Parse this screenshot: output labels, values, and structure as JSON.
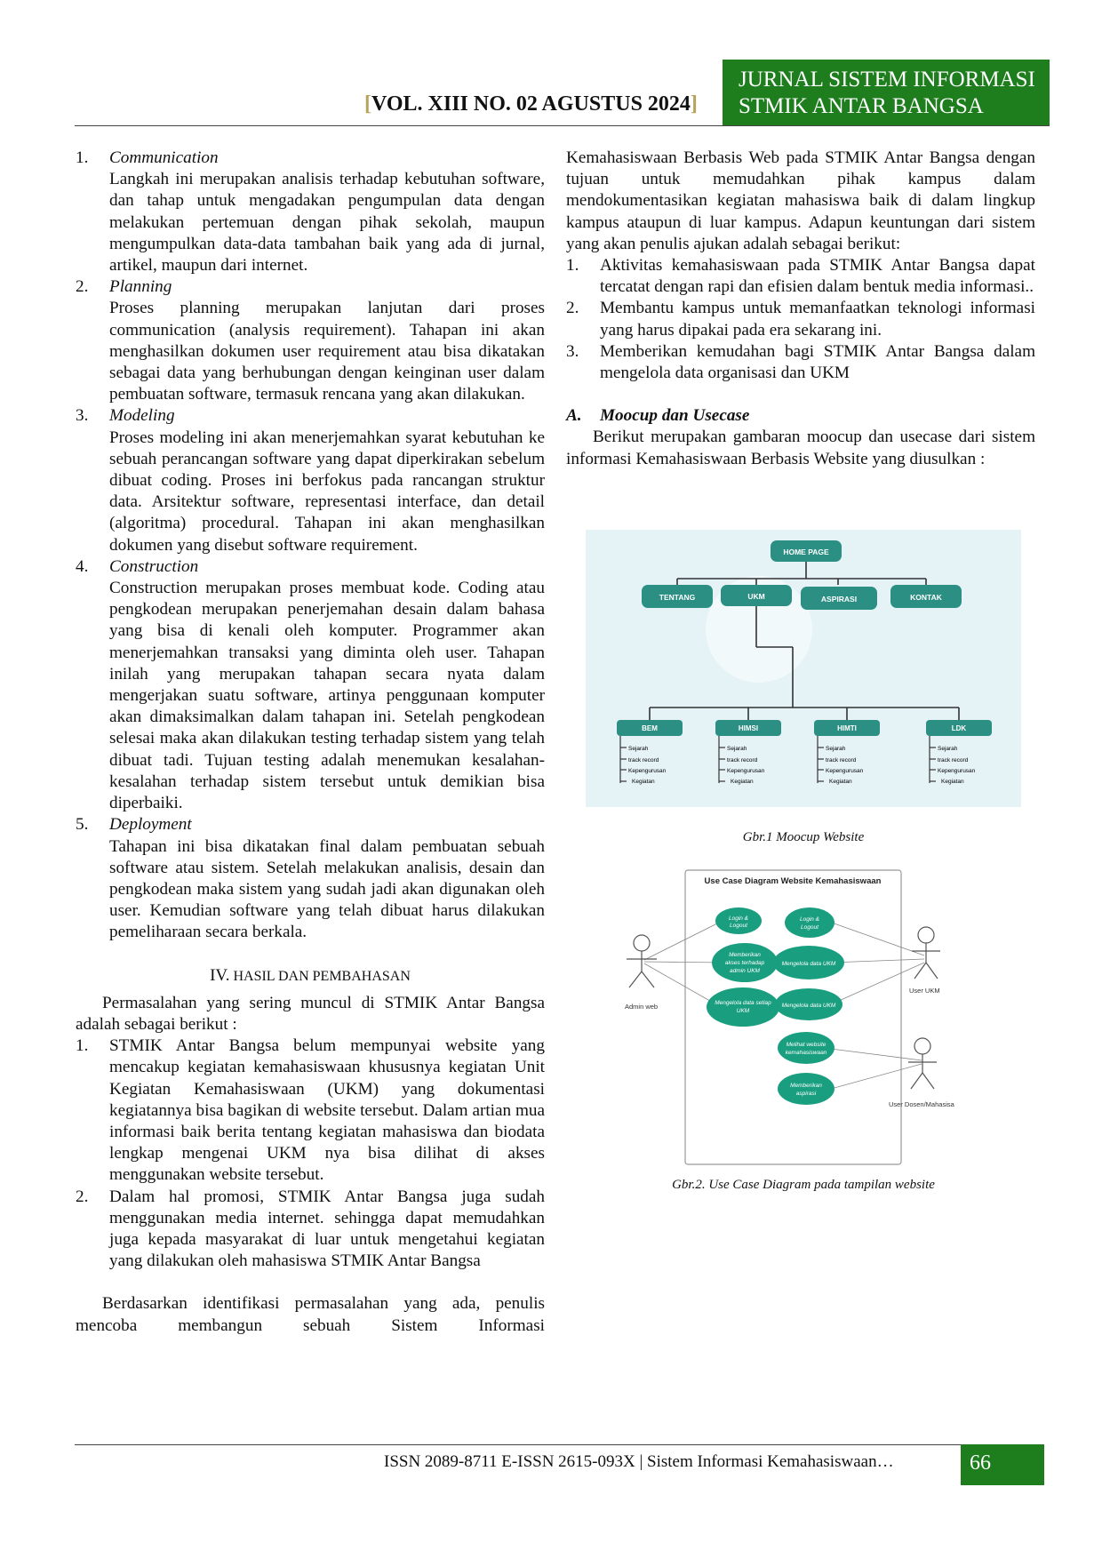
{
  "header": {
    "volume_open": "[",
    "volume": "VOL. XIII NO. 02 AGUSTUS 2024",
    "volume_close": "]",
    "journal_line1": "JURNAL SISTEM INFORMASI",
    "journal_line2": "STMIK ANTAR BANGSA"
  },
  "left": {
    "steps": [
      {
        "num": "1.",
        "title": "Communication",
        "text": "Langkah ini merupakan analisis terhadap kebutuhan software, dan tahap untuk mengadakan pengumpulan data dengan melakukan pertemuan dengan pihak sekolah, maupun mengumpulkan data-data tambahan baik yang ada di jurnal, artikel, maupun dari internet."
      },
      {
        "num": "2.",
        "title": "Planning",
        "text": "Proses planning merupakan lanjutan dari proses communication (analysis requirement). Tahapan ini akan menghasilkan dokumen user requirement atau bisa dikatakan sebagai data yang berhubungan dengan keinginan user dalam pembuatan software, termasuk rencana yang akan dilakukan."
      },
      {
        "num": "3.",
        "title": "Modeling",
        "text": "Proses modeling ini akan menerjemahkan syarat kebutuhan ke sebuah perancangan software yang dapat diperkirakan sebelum dibuat coding. Proses ini berfokus pada rancangan struktur data. Arsitektur software, representasi interface, dan detail (algoritma) procedural. Tahapan ini akan menghasilkan dokumen yang disebut software requirement."
      },
      {
        "num": "4.",
        "title": "Construction",
        "text": "Construction merupakan proses membuat kode. Coding atau pengkodean merupakan penerjemahan desain dalam bahasa yang bisa di kenali oleh komputer. Programmer akan menerjemahkan transaksi yang diminta oleh user. Tahapan inilah yang merupakan tahapan secara nyata dalam mengerjakan suatu software, artinya penggunaan komputer akan dimaksimalkan dalam tahapan ini. Setelah pengkodean selesai maka akan dilakukan testing terhadap sistem yang telah dibuat tadi. Tujuan testing adalah menemukan kesalahan-kesalahan terhadap sistem tersebut untuk demikian bisa diperbaiki."
      },
      {
        "num": "5.",
        "title": "Deployment",
        "text": "Tahapan ini bisa dikatakan final dalam pembuatan sebuah software atau sistem. Setelah melakukan analisis, desain dan pengkodean maka sistem yang sudah jadi akan digunakan oleh user. Kemudian software yang telah dibuat harus dilakukan pemeliharaan secara berkala."
      }
    ],
    "section_num": "IV.",
    "section_title": "HASIL DAN PEMBAHASAN",
    "intro": "Permasalahan yang sering muncul di STMIK Antar Bangsa adalah sebagai berikut :",
    "problems": [
      {
        "num": "1.",
        "text": "STMIK Antar Bangsa belum mempunyai website yang mencakup kegiatan kemahasiswaan khususnya kegiatan Unit Kegiatan Kemahasiswaan (UKM) yang dokumentasi kegiatannya bisa bagikan di website tersebut. Dalam artian mua informasi baik berita tentang kegiatan mahasiswa dan biodata lengkap mengenai UKM nya bisa dilihat di akses menggunakan website tersebut."
      },
      {
        "num": "2.",
        "text": "Dalam hal promosi, STMIK Antar Bangsa juga sudah menggunakan media internet. sehingga dapat memudahkan juga kepada masyarakat di luar untuk mengetahui kegiatan yang dilakukan oleh mahasiswa STMIK Antar Bangsa"
      }
    ],
    "closing": "Berdasarkan identifikasi permasalahan yang ada, penulis mencoba membangun sebuah Sistem Informasi"
  },
  "right": {
    "continuation": "Kemahasiswaan Berbasis Web pada STMIK Antar Bangsa dengan tujuan untuk memudahkan pihak kampus dalam mendokumentasikan kegiatan mahasiswa baik di dalam lingkup kampus ataupun di luar kampus. Adapun keuntungan dari sistem yang akan penulis ajukan adalah sebagai berikut:",
    "benefits": [
      {
        "num": "1.",
        "text": "Aktivitas kemahasiswaan pada STMIK Antar Bangsa dapat tercatat dengan rapi dan efisien dalam bentuk media informasi.."
      },
      {
        "num": "2.",
        "text": "Membantu kampus untuk memanfaatkan teknologi informasi yang harus dipakai pada era sekarang ini."
      },
      {
        "num": "3.",
        "text": "Memberikan kemudahan bagi STMIK Antar Bangsa dalam mengelola data organisasi dan UKM"
      }
    ],
    "subsection_letter": "A.",
    "subsection_title": "Moocup dan Usecase",
    "subsection_text": "Berikut merupakan gambaran moocup dan usecase dari sistem informasi Kemahasiswaan Berbasis Website yang diusulkan :",
    "caption1": "Gbr.1  Moocup Website",
    "caption2": "Gbr.2. Use Case Diagram pada tampilan website"
  },
  "mockup": {
    "root": "HOME PAGE",
    "menu": [
      "TENTANG",
      "UKM",
      "ASPIRASI",
      "KONTAK"
    ],
    "ukm": [
      {
        "name": "BEM",
        "items": [
          "Sejarah",
          "track record",
          "Kepengurusan",
          "Kegiatan"
        ]
      },
      {
        "name": "HIMSI",
        "items": [
          "Sejarah",
          "track record",
          "Kepengurusan",
          "Kegiatan"
        ]
      },
      {
        "name": "HIMTI",
        "items": [
          "Sejarah",
          "track record",
          "Kepengurusan",
          "Kegiatan"
        ]
      },
      {
        "name": "LDK",
        "items": [
          "Sejarah",
          "track record",
          "Kepengurusan",
          "Kegiatan"
        ]
      }
    ]
  },
  "usecase": {
    "title": "Use Case Diagram Website Kemahasiswaan",
    "actors": [
      "Admin web",
      "User UKM",
      "User Dosen/Mahasisa"
    ],
    "admin_cases": [
      [
        "Login &",
        "Logout"
      ],
      [
        "Memberikan",
        "akses terhadap",
        "admin UKM"
      ],
      [
        "Mengelola data setiap",
        "UKM"
      ]
    ],
    "ukm_cases": [
      [
        "Login &",
        "Logout"
      ],
      [
        "Mengelola data UKM"
      ],
      [
        "Mengelola data UKM"
      ]
    ],
    "user_cases": [
      [
        "Melihat website",
        "kemahasiswaan"
      ],
      [
        "Memberikan",
        "aspirasi"
      ]
    ]
  },
  "footer": {
    "text": "ISSN 2089-8711 E-ISSN 2615-093X | Sistem Informasi Kemahasiswaan…",
    "page": "66"
  },
  "colors": {
    "green": "#1e7e1e",
    "teal": "#1a9e80",
    "mockup_bg": "#e5f2f6",
    "node": "#2b8f84"
  }
}
